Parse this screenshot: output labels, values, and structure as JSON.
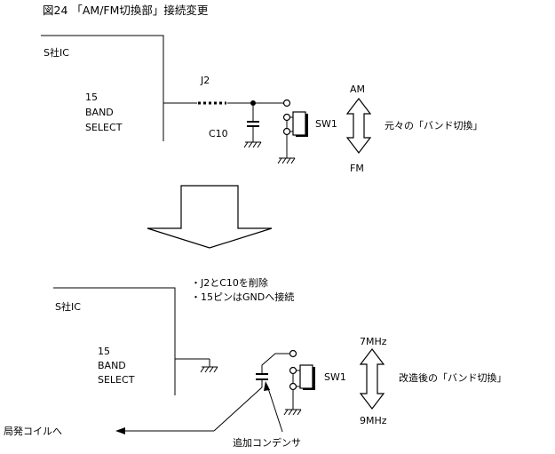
{
  "title": "図24 「AM/FM切換部」接続変更",
  "before": {
    "ic_label": "S社IC",
    "pin_label_lines": [
      "15",
      "BAND",
      "SELECT"
    ],
    "j2_label": "J2",
    "c10_label": "C10",
    "sw_label": "SW1",
    "top_label": "AM",
    "bottom_label": "FM",
    "description": "元々の「バンド切換」"
  },
  "after": {
    "notes": [
      "・J2とC10を削除",
      "・15ピンはGNDへ接続"
    ],
    "ic_label": "S社IC",
    "pin_label_lines": [
      "15",
      "BAND",
      "SELECT"
    ],
    "sw_label": "SW1",
    "top_label": "7MHz",
    "bottom_label": "9MHz",
    "description": "改造後の「バンド切換」",
    "added_cap_label": "追加コンデンサ",
    "coil_label": "局発コイルへ"
  }
}
